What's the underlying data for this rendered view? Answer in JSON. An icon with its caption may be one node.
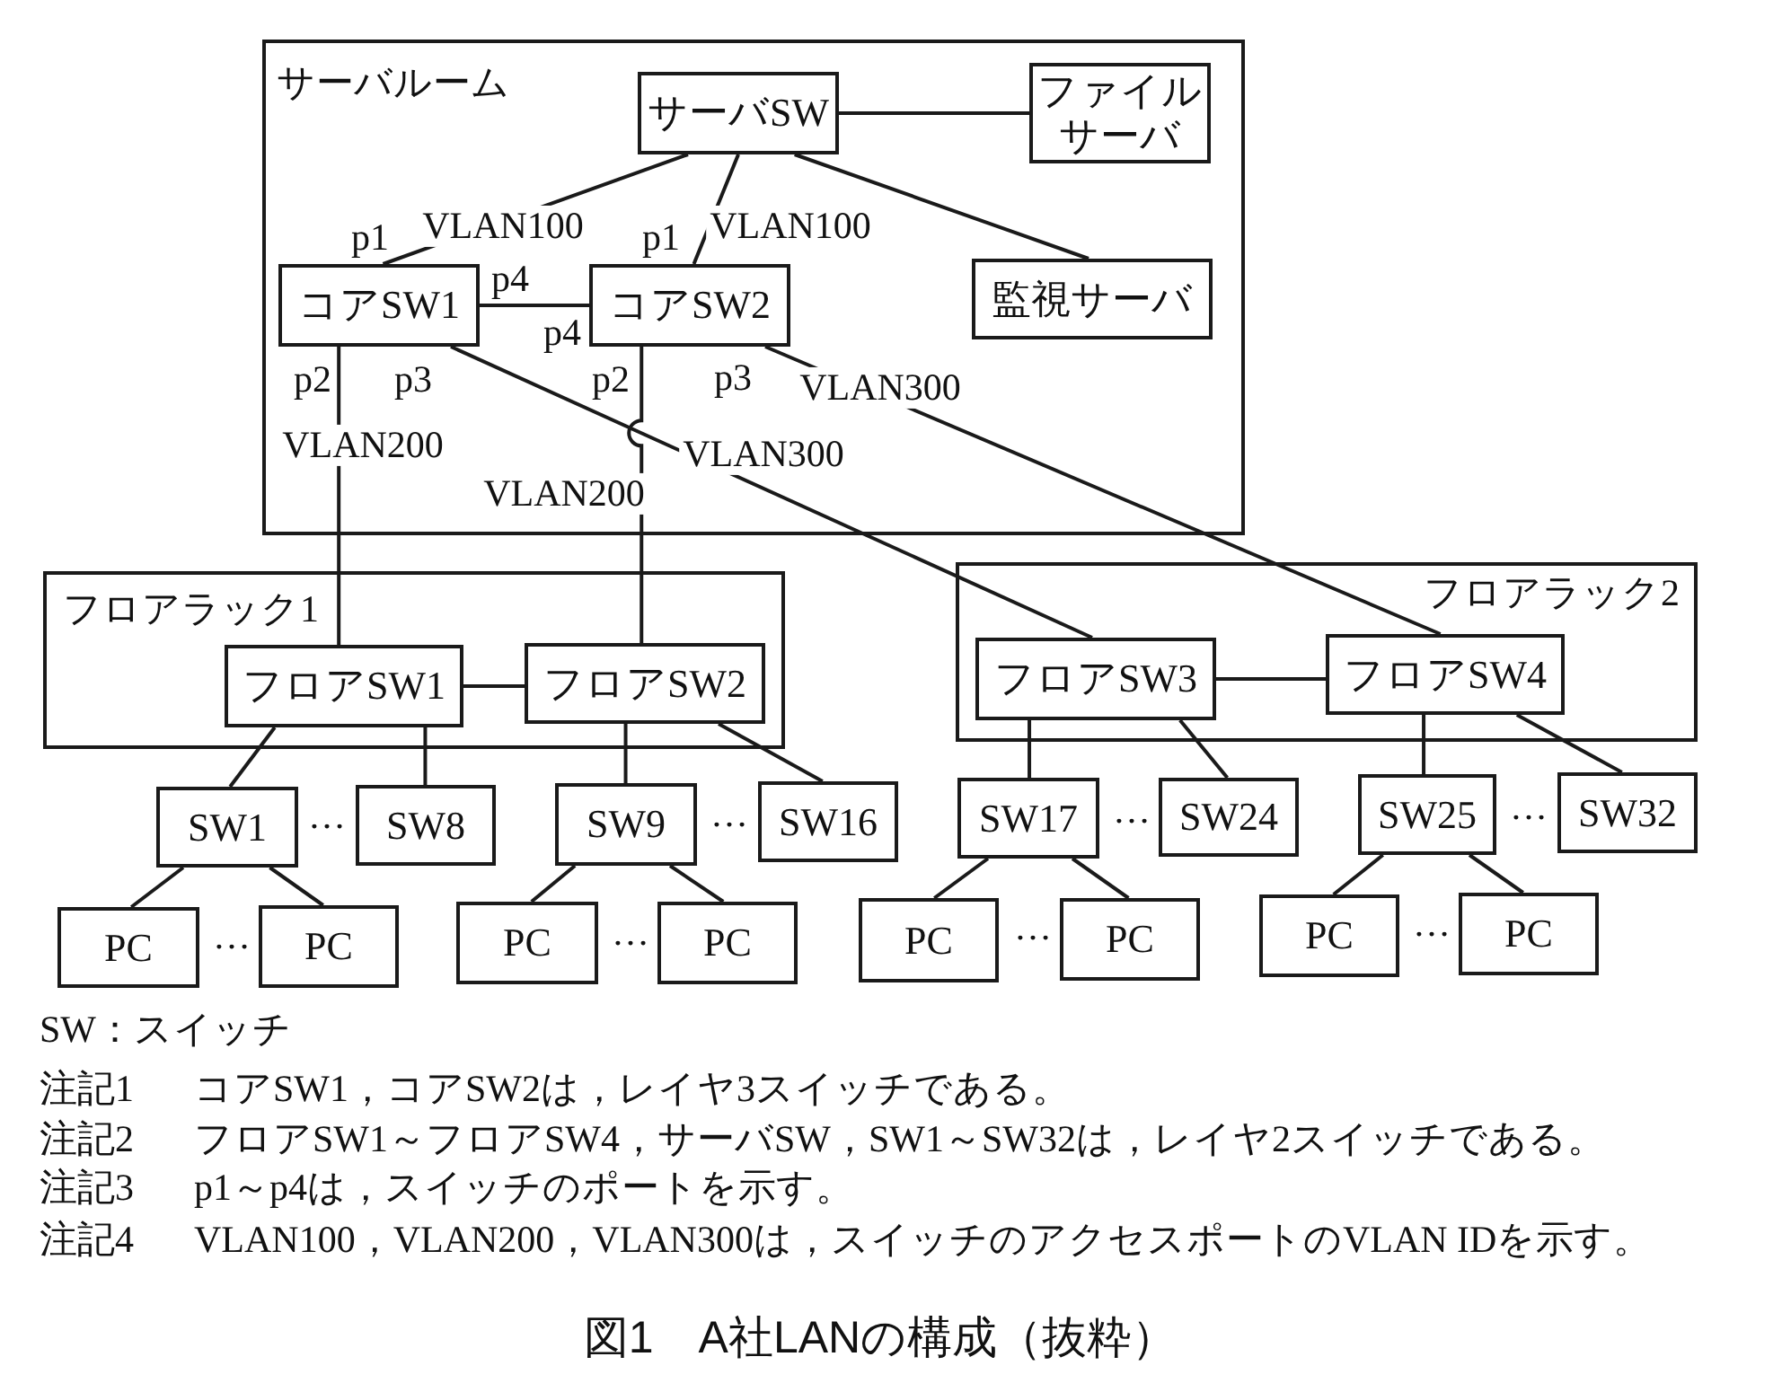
{
  "diagram": {
    "caption": "図1　A社LANの構成（抜粋）",
    "nodes": [
      {
        "text": [
          "サーバルーム"
        ]
      },
      {
        "text": [
          "サーバSW"
        ],
        "in": 0
      },
      {
        "text": [
          "ファイルサーバ"
        ],
        "in": 0
      },
      {
        "text": [
          "コアSW1"
        ],
        "in": 0
      },
      {
        "text": [
          "コアSW2"
        ],
        "in": 0
      },
      {
        "text": [
          "監視サーバ"
        ],
        "in": 0
      },
      {
        "text": [
          "フロアラック1"
        ]
      },
      {
        "text": [
          "フロアSW1"
        ],
        "in": 6
      },
      {
        "text": [
          "フロアSW2"
        ],
        "in": 6
      },
      {
        "text": [
          "フロアラック2"
        ]
      },
      {
        "text": [
          "フロアSW3"
        ],
        "in": 9
      },
      {
        "text": [
          "フロアSW4"
        ],
        "in": 9
      },
      {
        "text": [
          "SW1"
        ]
      },
      {
        "text": [
          "SW8"
        ]
      },
      {
        "text": [
          "SW9"
        ]
      },
      {
        "text": [
          "SW16"
        ]
      },
      {
        "text": [
          "SW17"
        ]
      },
      {
        "text": [
          "SW24"
        ]
      },
      {
        "text": [
          "SW25"
        ]
      },
      {
        "text": [
          "SW32"
        ]
      },
      {
        "text": [
          "PC"
        ]
      },
      {
        "text": [
          "PC"
        ]
      },
      {
        "text": [
          "PC"
        ]
      },
      {
        "text": [
          "PC"
        ]
      },
      {
        "text": [
          "PC"
        ]
      },
      {
        "text": [
          "PC"
        ]
      },
      {
        "text": [
          "PC"
        ]
      },
      {
        "text": [
          "PC"
        ]
      }
    ],
    "edges": [
      {
        "from": 1,
        "to": 2,
        "arrow": "none"
      },
      {
        "from": 1,
        "to": 3,
        "arrow": "none",
        "label": "VLAN100"
      },
      {
        "from": 1,
        "to": 4,
        "arrow": "none",
        "label": "VLAN100"
      },
      {
        "from": 1,
        "to": 5,
        "arrow": "none"
      },
      {
        "from": 3,
        "to": 4,
        "arrow": "none"
      },
      {
        "from": 3,
        "to": 7,
        "arrow": "none",
        "label": "VLAN200"
      },
      {
        "from": 3,
        "to": 10,
        "arrow": "none",
        "label": "VLAN300"
      },
      {
        "from": 4,
        "to": 8,
        "arrow": "none",
        "label": "VLAN200"
      },
      {
        "from": 4,
        "to": 11,
        "arrow": "none",
        "label": "VLAN300"
      },
      {
        "from": 7,
        "to": 8,
        "arrow": "none"
      },
      {
        "from": 10,
        "to": 11,
        "arrow": "none"
      },
      {
        "from": 7,
        "to": 12,
        "arrow": "none"
      },
      {
        "from": 7,
        "to": 13,
        "arrow": "none"
      },
      {
        "from": 8,
        "to": 14,
        "arrow": "none"
      },
      {
        "from": 8,
        "to": 15,
        "arrow": "none"
      },
      {
        "from": 10,
        "to": 16,
        "arrow": "none"
      },
      {
        "from": 10,
        "to": 17,
        "arrow": "none"
      },
      {
        "from": 11,
        "to": 18,
        "arrow": "none"
      },
      {
        "from": 11,
        "to": 19,
        "arrow": "none"
      },
      {
        "from": 12,
        "to": 20,
        "arrow": "none"
      },
      {
        "from": 12,
        "to": 21,
        "arrow": "none"
      },
      {
        "from": 14,
        "to": 22,
        "arrow": "none"
      },
      {
        "from": 14,
        "to": 23,
        "arrow": "none"
      },
      {
        "from": 16,
        "to": 24,
        "arrow": "none"
      },
      {
        "from": 16,
        "to": 25,
        "arrow": "none"
      },
      {
        "from": 18,
        "to": 26,
        "arrow": "none"
      },
      {
        "from": 18,
        "to": 27,
        "arrow": "none"
      }
    ],
    "labels": [
      "p1",
      "p1",
      "p4",
      "p4",
      "p2",
      "p3",
      "p2",
      "p3",
      "…",
      "…",
      "…",
      "…",
      "…",
      "…",
      "…",
      "…",
      "SW：スイッチ",
      "注記1",
      "コアSW1，コアSW2は，レイヤ3スイッチである。",
      "注記2",
      "フロアSW1～フロアSW4，サーバSW，SW1～SW32は，レイヤ2スイッチである。",
      "注記3",
      "p1～p4は，スイッチのポートを示す。",
      "注記4",
      "VLAN100，VLAN200，VLAN300は，スイッチのアクセスポートのVLAN IDを示す。"
    ]
  }
}
